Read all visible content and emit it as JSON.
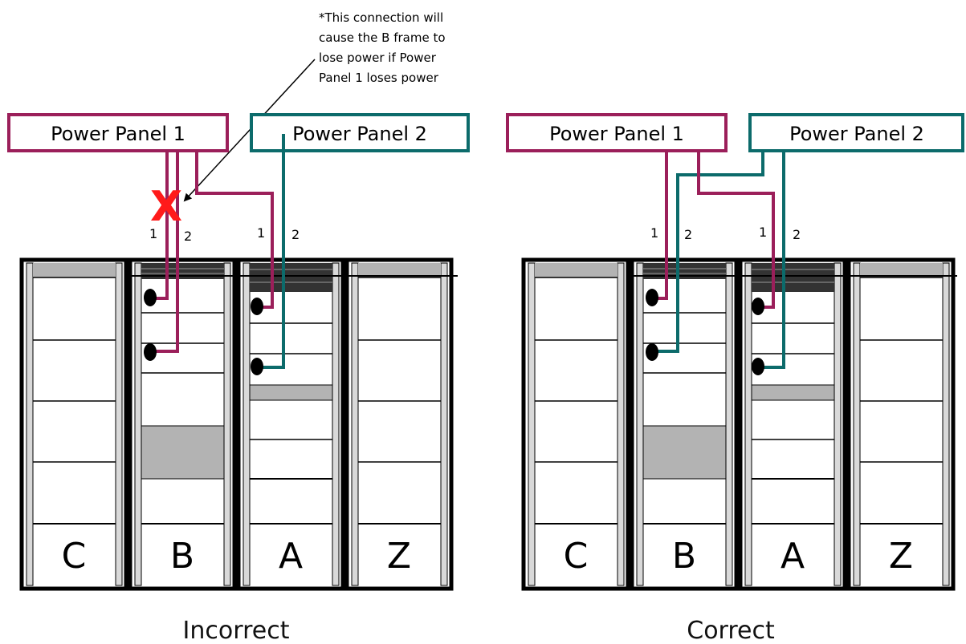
{
  "note": {
    "lines": [
      "*This connection will",
      "cause the B frame to",
      "lose power if Power",
      "Panel  1 loses power"
    ]
  },
  "colors": {
    "panel1": "#9b1f5a",
    "panel2": "#0c6b6b",
    "cross": "#ff1a1a",
    "shade": "#b3b3b3"
  },
  "incorrect": {
    "panel1_label": "Power Panel 1",
    "panel2_label": "Power Panel 2",
    "cross_mark": "X",
    "b_port1": "1",
    "b_port2": "2",
    "a_port1": "1",
    "a_port2": "2",
    "frames": [
      "C",
      "B",
      "A",
      "Z"
    ],
    "caption": "Incorrect"
  },
  "correct": {
    "panel1_label": "Power Panel 1",
    "panel2_label": "Power Panel 2",
    "b_port1": "1",
    "b_port2": "2",
    "a_port1": "1",
    "a_port2": "2",
    "frames": [
      "C",
      "B",
      "A",
      "Z"
    ],
    "caption": "Correct"
  }
}
